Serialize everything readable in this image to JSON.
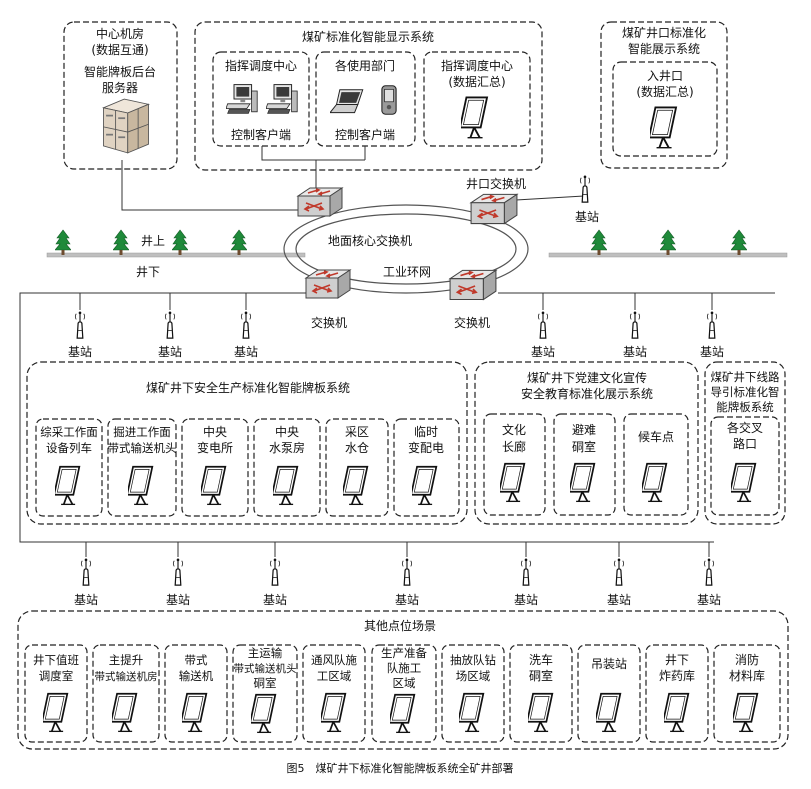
{
  "center": {
    "title": "中心机房",
    "subtitle": "(数据互通)",
    "server_label_1": "智能牌板后台",
    "server_label_2": "服务器"
  },
  "display_system": {
    "title": "煤矿标准化智能显示系统",
    "dispatch_center": "指挥调度中心",
    "control_client_1": "控制客户端",
    "departments": "各使用部门",
    "control_client_2": "控制客户端",
    "dispatch_center_2": "指挥调度中心",
    "data_summary": "(数据汇总)"
  },
  "wellhead_system": {
    "title_1": "煤矿井口标准化",
    "title_2": "智能展示系统",
    "entrance": "入井口",
    "data_summary": "(数据汇总)"
  },
  "network": {
    "wellhead_switch": "井口交换机",
    "core_switch": "地面核心交换机",
    "ring_network": "工业环网",
    "switch_left": "交换机",
    "switch_right": "交换机",
    "above_ground": "井上",
    "underground": "井下",
    "base_station_surface": "基站"
  },
  "base_stations_row1": [
    "基站",
    "基站",
    "基站",
    "基站",
    "基站",
    "基站"
  ],
  "safety_system": {
    "title": "煤矿井下安全生产标准化智能牌板系统",
    "items": [
      {
        "l1": "综采工作面",
        "l2": "设备列车"
      },
      {
        "l1": "掘进工作面",
        "l2": "带式输送机头"
      },
      {
        "l1": "中央",
        "l2": "变电所"
      },
      {
        "l1": "中央",
        "l2": "水泵房"
      },
      {
        "l1": "采区",
        "l2": "水仓"
      },
      {
        "l1": "临时",
        "l2": "变配电"
      }
    ]
  },
  "culture_system": {
    "title_1": "煤矿井下党建文化宣传",
    "title_2": "安全教育标准化展示系统",
    "items": [
      {
        "l1": "文化",
        "l2": "长廊"
      },
      {
        "l1": "避难",
        "l2": "硐室"
      },
      {
        "l1": "候车点",
        "l2": ""
      }
    ]
  },
  "route_system": {
    "title_1": "煤矿井下线路",
    "title_2": "导引标准化智",
    "title_3": "能牌板系统",
    "item_l1": "各交叉",
    "item_l2": "路口"
  },
  "base_stations_row2": [
    "基站",
    "基站",
    "基站",
    "基站",
    "基站",
    "基站",
    "基站"
  ],
  "other_scenes": {
    "title": "其他点位场景",
    "items": [
      {
        "l1": "井下值班",
        "l2": "调度室",
        "l3": ""
      },
      {
        "l1": "主提升",
        "l2": "带式输送机房",
        "l3": ""
      },
      {
        "l1": "带式",
        "l2": "输送机",
        "l3": ""
      },
      {
        "l1": "主运输",
        "l2": "带式输送机头",
        "l3": "硐室"
      },
      {
        "l1": "通风队施",
        "l2": "工区域",
        "l3": ""
      },
      {
        "l1": "生产准备",
        "l2": "队施工",
        "l3": "区域"
      },
      {
        "l1": "抽放队钻",
        "l2": "场区域",
        "l3": ""
      },
      {
        "l1": "洗车",
        "l2": "硐室",
        "l3": ""
      },
      {
        "l1": "吊装站",
        "l2": "",
        "l3": ""
      },
      {
        "l1": "井下",
        "l2": "炸药库",
        "l3": ""
      },
      {
        "l1": "消防",
        "l2": "材料库",
        "l3": ""
      }
    ]
  },
  "caption": "图5　煤矿井下标准化智能牌板系统全矿井部署",
  "colors": {
    "tree_green": "#1f8a3a",
    "switch_red": "#c0392b",
    "ground_gray": "#bfbfbf"
  }
}
